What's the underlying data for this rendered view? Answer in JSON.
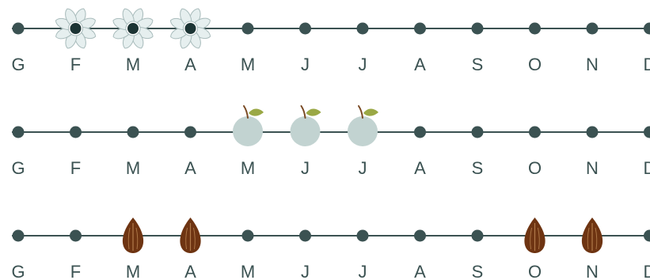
{
  "colors": {
    "line": "#3b5252",
    "dot": "#3b5252",
    "label": "#3b5252",
    "flower_petal": "#e6efef",
    "flower_edge": "#a9bcbc",
    "flower_center": "#1c3434",
    "fruit": "#c2d3d1",
    "fruit_stem": "#7a4a24",
    "fruit_leaf": "#9aa845",
    "seed": "#6e3412",
    "seed_line": "#b07a4a"
  },
  "months": [
    "G",
    "F",
    "M",
    "A",
    "M",
    "J",
    "J",
    "A",
    "S",
    "O",
    "N",
    "D"
  ],
  "rows": [
    {
      "name": "flowering",
      "icon": "flower-icon",
      "highlighted_months": [
        1,
        2,
        3
      ]
    },
    {
      "name": "fruiting",
      "icon": "fruit-icon",
      "highlighted_months": [
        4,
        5,
        6
      ]
    },
    {
      "name": "seeding",
      "icon": "seed-icon",
      "highlighted_months": [
        2,
        3,
        9,
        10
      ]
    }
  ]
}
